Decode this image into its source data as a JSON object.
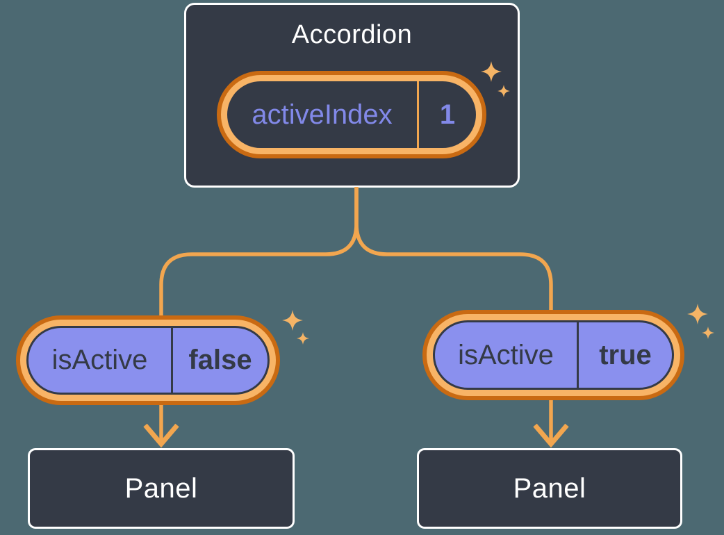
{
  "diagram": {
    "root": {
      "label": "Accordion",
      "state_pill": {
        "key": "activeIndex",
        "value": "1"
      }
    },
    "children": [
      {
        "prop_pill": {
          "key": "isActive",
          "value": "false"
        },
        "panel_label": "Panel"
      },
      {
        "prop_pill": {
          "key": "isActive",
          "value": "true"
        },
        "panel_label": "Panel"
      }
    ]
  },
  "icons": {
    "sparkle": "✦"
  },
  "colors": {
    "background": "#4C6972",
    "card": "#343A46",
    "card_border": "#FFFFFF",
    "line": "#F2A64F",
    "ring_outer": "#C96A12",
    "ring_inner": "#F8B466",
    "pill_fill": "#8A90EE",
    "text_light": "#FFFFFF",
    "text_dark": "#343A46",
    "text_accent": "#8289E9",
    "sparkle": "#F5B466"
  }
}
